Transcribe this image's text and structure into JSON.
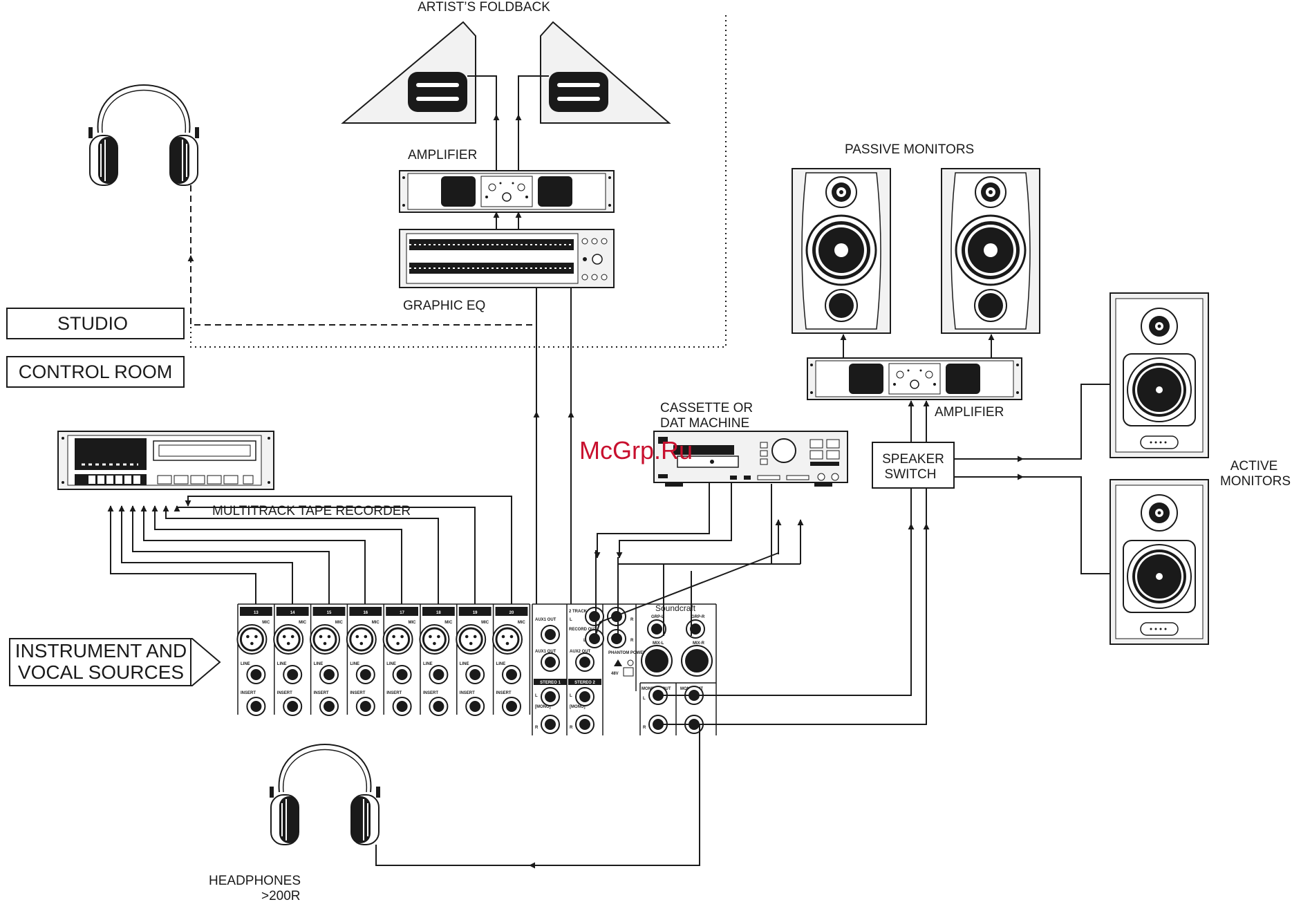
{
  "labels": {
    "artists_foldback": "ARTIST’S FOLDBACK",
    "amplifier_top": "AMPLIFIER",
    "graphic_eq": "GRAPHIC EQ",
    "passive_monitors": "PASSIVE MONITORS",
    "amplifier_right": "AMPLIFIER",
    "cassette_line1": "CASSETTE OR",
    "cassette_line2": "DAT MACHINE",
    "speaker_switch_line1": "SPEAKER",
    "speaker_switch_line2": "SWITCH",
    "active_monitors_line1": "ACTIVE",
    "active_monitors_line2": "MONITORS",
    "multitrack": "MULTITRACK TAPE RECORDER",
    "headphones_line1": "HEADPHONES",
    "headphones_line2": ">200R",
    "watermark": "McGrp.Ru"
  },
  "zones": {
    "studio": "STUDIO",
    "control_room": "CONTROL ROOM"
  },
  "sources": {
    "line1": "INSTRUMENT AND",
    "line2": "VOCAL SOURCES"
  },
  "mixer": {
    "brand": "Soundcraft",
    "channels": [
      "13",
      "14",
      "15",
      "16",
      "17",
      "18",
      "19",
      "20"
    ],
    "mic_label": "MIC",
    "line_label": "LINE",
    "insert_label": "INSERT",
    "two_track_in": "2 TRACK IN",
    "record_out": "RECORD OUT",
    "aux1_out": "AUX1 OUT",
    "aux2_out": "AUX2 OUT",
    "phantom_power": "PHANTOM POWER",
    "phantom_48v": "48V",
    "stereo1": "STEREO 1",
    "stereo2": "STEREO 2",
    "mono": "[MONO]",
    "grp_l": "GRP-L",
    "grp_r": "GRP-R",
    "mix_l": "MIX-L",
    "mix_r": "MIX-R",
    "monitor_out": "MONITOR OUT",
    "mono_out": "MONO OUT",
    "ch_l": "L",
    "ch_r": "R"
  },
  "colors": {
    "ink": "#1a1a1a",
    "device_fill": "#f2f2f2",
    "watermark": "#c8102e"
  }
}
